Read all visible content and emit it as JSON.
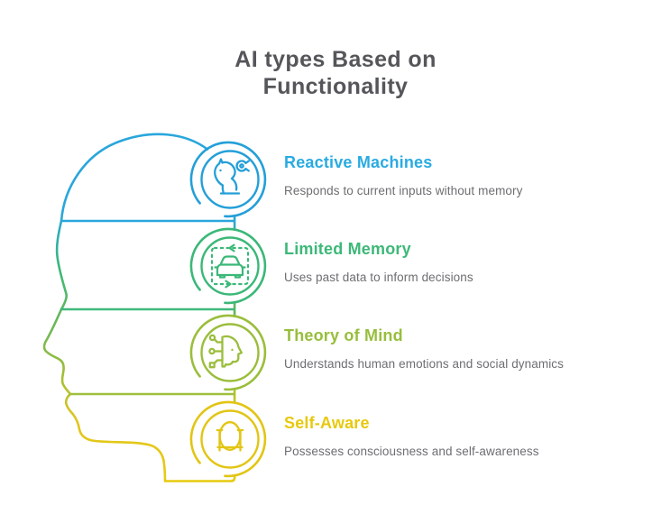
{
  "title": {
    "line1": "AI types Based on",
    "line2": "Functionality"
  },
  "items": [
    {
      "label": "Reactive Machines",
      "description": "Responds to current inputs without memory",
      "color": "#29abe2",
      "icon": "chess-knight-wrench-icon"
    },
    {
      "label": "Limited Memory",
      "description": "Uses past data to inform decisions",
      "color": "#3cb878",
      "icon": "autonomous-car-icon"
    },
    {
      "label": "Theory of Mind",
      "description": "Understands human emotions and social dynamics",
      "color": "#97be3c",
      "icon": "face-circuit-icon"
    },
    {
      "label": "Self-Aware",
      "description": "Possesses consciousness and self-awareness",
      "color": "#e7c90e",
      "icon": "mirror-icon"
    }
  ],
  "colors": {
    "title_text": "#55565a",
    "description_text": "#6d6e71",
    "head_gradient_top": "#29a6dc",
    "head_gradient_green": "#3bb878",
    "head_gradient_olive": "#9cbe3b",
    "head_gradient_bottom": "#e8ca10",
    "background": "#ffffff"
  }
}
